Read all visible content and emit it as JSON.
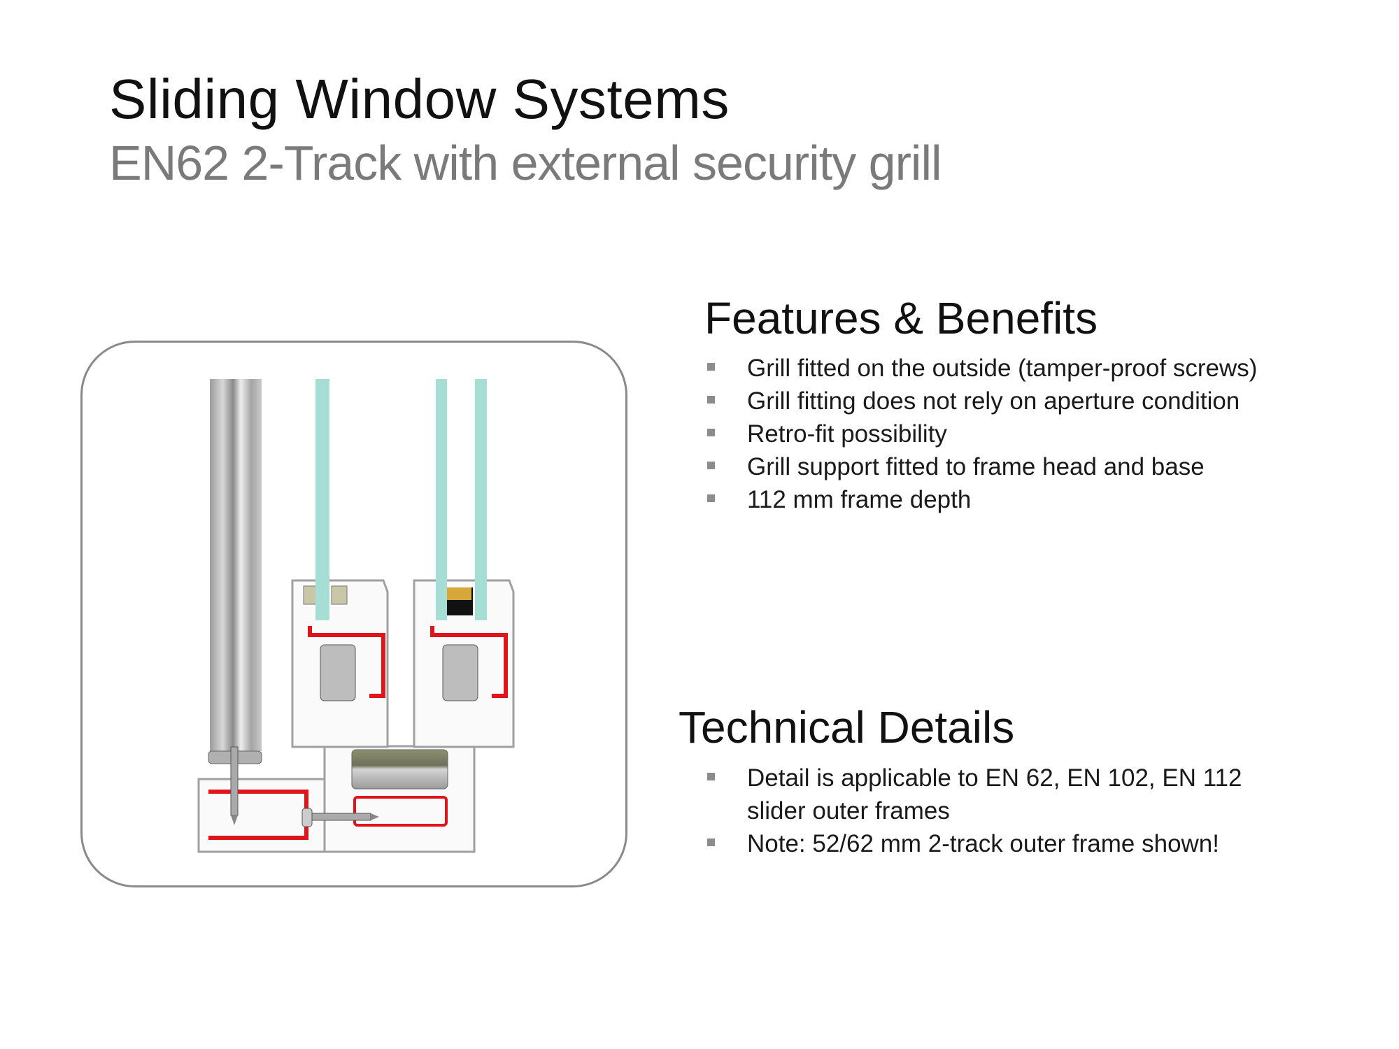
{
  "slide": {
    "title": "Sliding Window Systems",
    "subtitle": "EN62 2-Track with external security grill"
  },
  "features": {
    "heading": "Features & Benefits",
    "items": [
      "Grill fitted on the outside (tamper-proof screws)",
      "Grill fitting does not rely on aperture condition",
      "Retro-fit possibility",
      "Grill support fitted to frame head and base",
      "112 mm frame depth"
    ]
  },
  "technical": {
    "heading": "Technical Details",
    "items": [
      {
        "line1": "Detail is applicable to EN 62, EN 102, EN 112",
        "line2": "slider outer frames"
      },
      {
        "line1": "Note: 52/62 mm 2-track outer frame shown!"
      }
    ]
  },
  "colors": {
    "glass": "#a6ddd5",
    "reinforcement": "#e0141b",
    "frame_outline": "#9a9a9a",
    "subtitle": "#7a7a7a"
  }
}
